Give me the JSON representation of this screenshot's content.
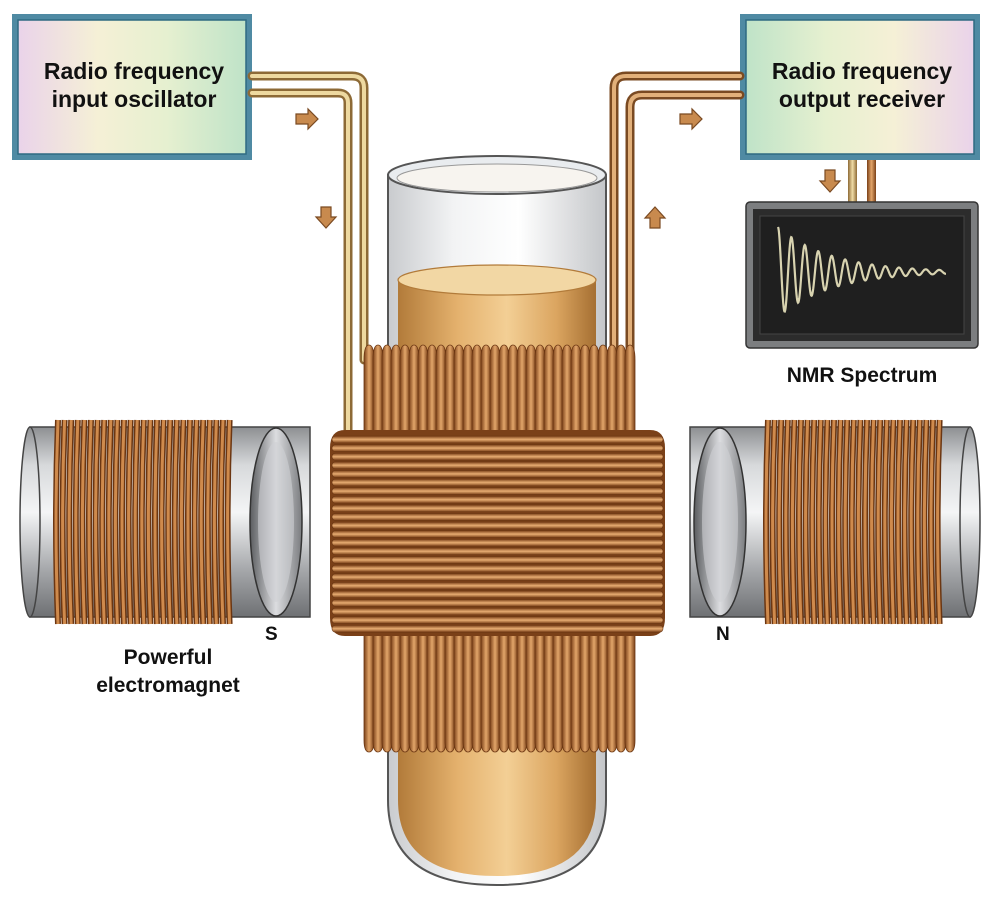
{
  "diagram": {
    "title": "NMR spectrometer schematic",
    "input_box": {
      "line1": "Radio frequency",
      "line2": "input oscillator"
    },
    "output_box": {
      "line1": "Radio frequency",
      "line2": "output receiver"
    },
    "spectrum_label": "NMR Spectrum",
    "magnet_label": {
      "line1": "Powerful",
      "line2": "electromagnet"
    },
    "south_pole": "S",
    "north_pole": "N"
  },
  "colors": {
    "copper": "#c27a3e",
    "copper_dark": "#7a4018",
    "sample": "#e2b06a",
    "steel": "#a9abae",
    "box_border": "#3f7f9a",
    "screen": "#2b2b2b",
    "wave": "#d8d3b0"
  }
}
